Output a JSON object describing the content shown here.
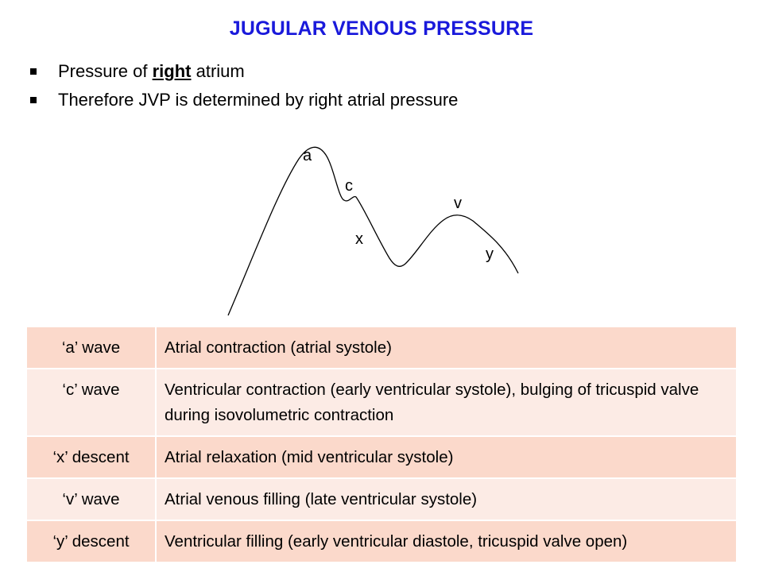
{
  "title": "JUGULAR VENOUS PRESSURE",
  "bullets": {
    "b1_pre": "Pressure of ",
    "b1_bold": "right",
    "b1_post": " atrium",
    "b2": "Therefore JVP is determined by right atrial pressure"
  },
  "diagram": {
    "label_a": "a",
    "label_c": "c",
    "label_x": "x",
    "label_v": "v",
    "label_y": "y"
  },
  "table": {
    "rows": [
      {
        "term": "‘a’ wave",
        "desc": "Atrial contraction (atrial systole)"
      },
      {
        "term": "‘c’ wave",
        "desc": "Ventricular contraction (early ventricular systole), bulging of tricuspid valve during isovolumetric contraction"
      },
      {
        "term": "‘x’ descent",
        "desc": "Atrial relaxation (mid ventricular systole)"
      },
      {
        "term": "‘v’ wave",
        "desc": "Atrial venous filling (late ventricular systole)"
      },
      {
        "term": "‘y’ descent",
        "desc": "Ventricular filling (early ventricular diastole, tricuspid valve open)"
      }
    ]
  },
  "colors": {
    "title": "#1a1adb",
    "row_dark": "#fbd9cb",
    "row_light": "#fcebe5"
  }
}
